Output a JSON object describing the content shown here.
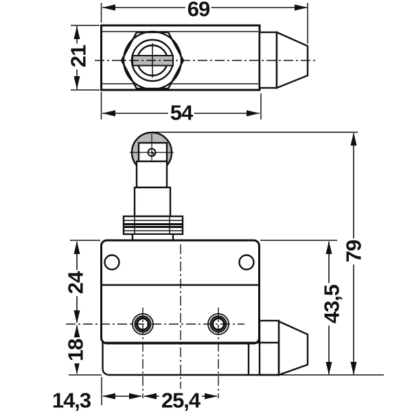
{
  "drawing": {
    "dims": {
      "overall_length": "69",
      "top_view_height": "21",
      "case_length": "54",
      "overall_height": "79",
      "case_height": "43,5",
      "top_to_terminal_axis": "24",
      "terminal_axis_to_bottom": "18",
      "left_edge_to_terminal": "14,3",
      "terminal_spacing": "25,4"
    },
    "colors": {
      "line": "#111111",
      "metal_gray": "#b9b9b9",
      "background": "#ffffff"
    }
  }
}
